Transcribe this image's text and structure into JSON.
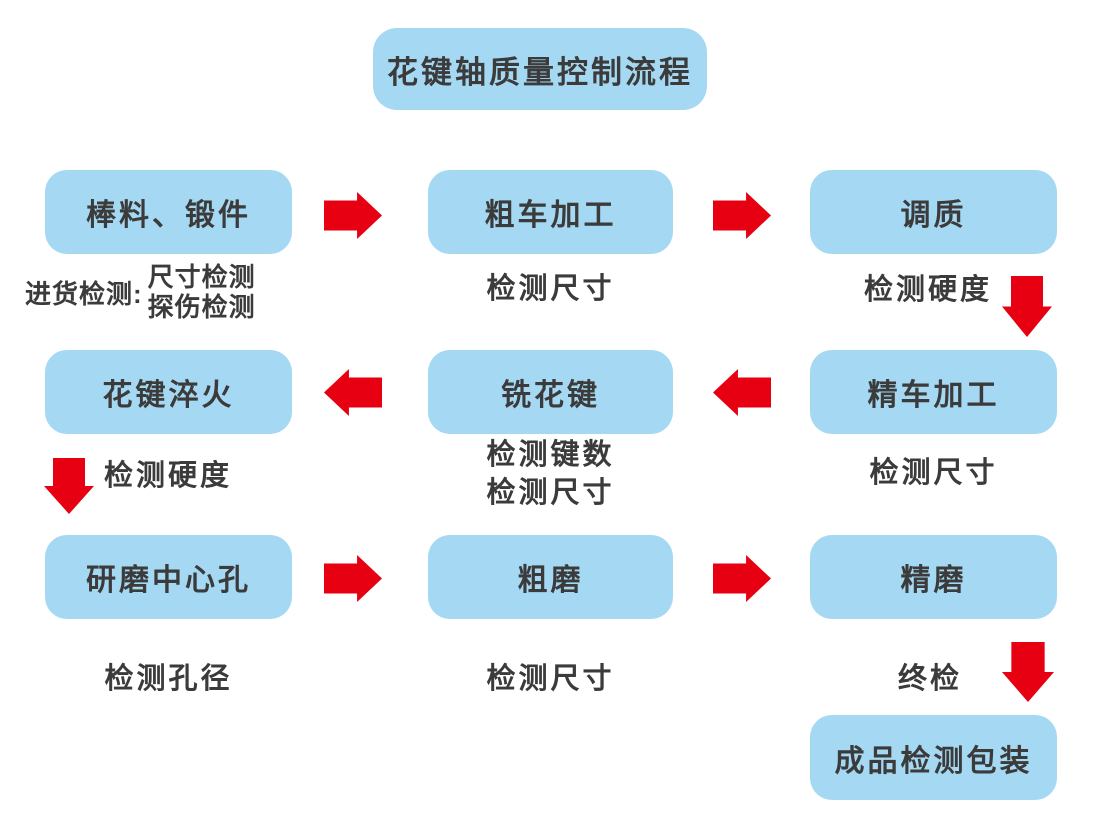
{
  "colors": {
    "background": "#ffffff",
    "node_fill": "#a5d9f3",
    "arrow": "#e60012",
    "text": "#3b3b3b"
  },
  "title": "花键轴质量控制流程",
  "nodes": {
    "raw_material": "棒料、锻件",
    "rough_turning": "粗车加工",
    "tempering": "调质",
    "spline_quenching": "花键淬火",
    "spline_milling": "铣花键",
    "finish_turning": "精车加工",
    "center_hole_grinding": "研磨中心孔",
    "rough_grinding": "粗磨",
    "finish_grinding": "精磨",
    "finished_product": "成品检测包装"
  },
  "captions": {
    "incoming_label": "进货检测:",
    "incoming_line1": "尺寸检测",
    "incoming_line2": "探伤检测",
    "after_rough_turning": "检测尺寸",
    "after_tempering": "检测硬度",
    "after_spline_quenching": "检测硬度",
    "after_spline_milling_line1": "检测键数",
    "after_spline_milling_line2": "检测尺寸",
    "after_finish_turning": "检测尺寸",
    "after_center_hole": "检测孔径",
    "after_rough_grinding": "检测尺寸",
    "final_inspection": "终检"
  }
}
